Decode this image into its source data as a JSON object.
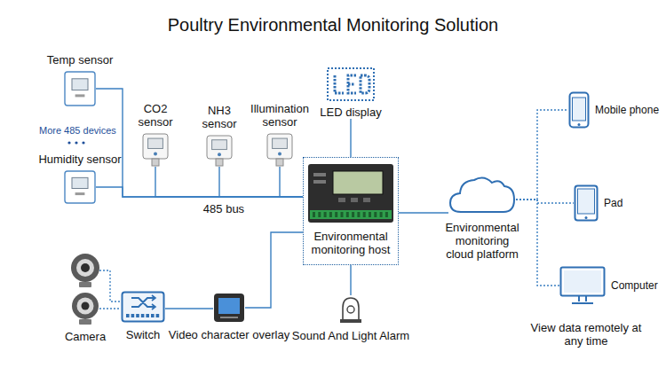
{
  "diagram": {
    "title": "Poultry Environmental Monitoring Solution",
    "nodes": [
      {
        "text": [
          "Temp sensor"
        ]
      },
      {
        "text": [
          "CO2 sensor"
        ]
      },
      {
        "text": [
          "NH3 sensor"
        ]
      },
      {
        "text": [
          "Illumination sensor"
        ]
      },
      {
        "text": [
          "LED display"
        ]
      },
      {
        "text": [
          "Humidity sensor"
        ]
      },
      {
        "text": [
          "Environmental monitoring host"
        ]
      },
      {
        "text": [
          "Environmental monitoring cloud platform"
        ]
      },
      {
        "text": [
          "Mobile phone"
        ]
      },
      {
        "text": [
          "Pad"
        ]
      },
      {
        "text": [
          "Computer"
        ]
      },
      {
        "text": [
          "Camera"
        ]
      },
      {
        "text": [
          "Switch"
        ]
      },
      {
        "text": [
          "Video character overlay"
        ]
      },
      {
        "text": [
          "Sound And Light Alarm"
        ]
      }
    ],
    "edges": [
      {
        "from": 0,
        "to": 6,
        "arrow": "none"
      },
      {
        "from": 5,
        "to": 6,
        "arrow": "none"
      },
      {
        "from": 1,
        "to": 6,
        "arrow": "none"
      },
      {
        "from": 2,
        "to": 6,
        "arrow": "none"
      },
      {
        "from": 3,
        "to": 6,
        "arrow": "none"
      },
      {
        "from": 4,
        "to": 6,
        "arrow": "none"
      },
      {
        "from": 6,
        "to": 7,
        "arrow": "none"
      },
      {
        "from": 7,
        "to": 8,
        "arrow": "none"
      },
      {
        "from": 7,
        "to": 9,
        "arrow": "none"
      },
      {
        "from": 7,
        "to": 10,
        "arrow": "none"
      },
      {
        "from": 11,
        "to": 12,
        "arrow": "none"
      },
      {
        "from": 12,
        "to": 13,
        "arrow": "none"
      },
      {
        "from": 13,
        "to": 6,
        "arrow": "none"
      },
      {
        "from": 6,
        "to": 14,
        "arrow": "none"
      }
    ],
    "labels": [
      "More 485 devices",
      "485 bus",
      "View data remotely at any time"
    ]
  }
}
